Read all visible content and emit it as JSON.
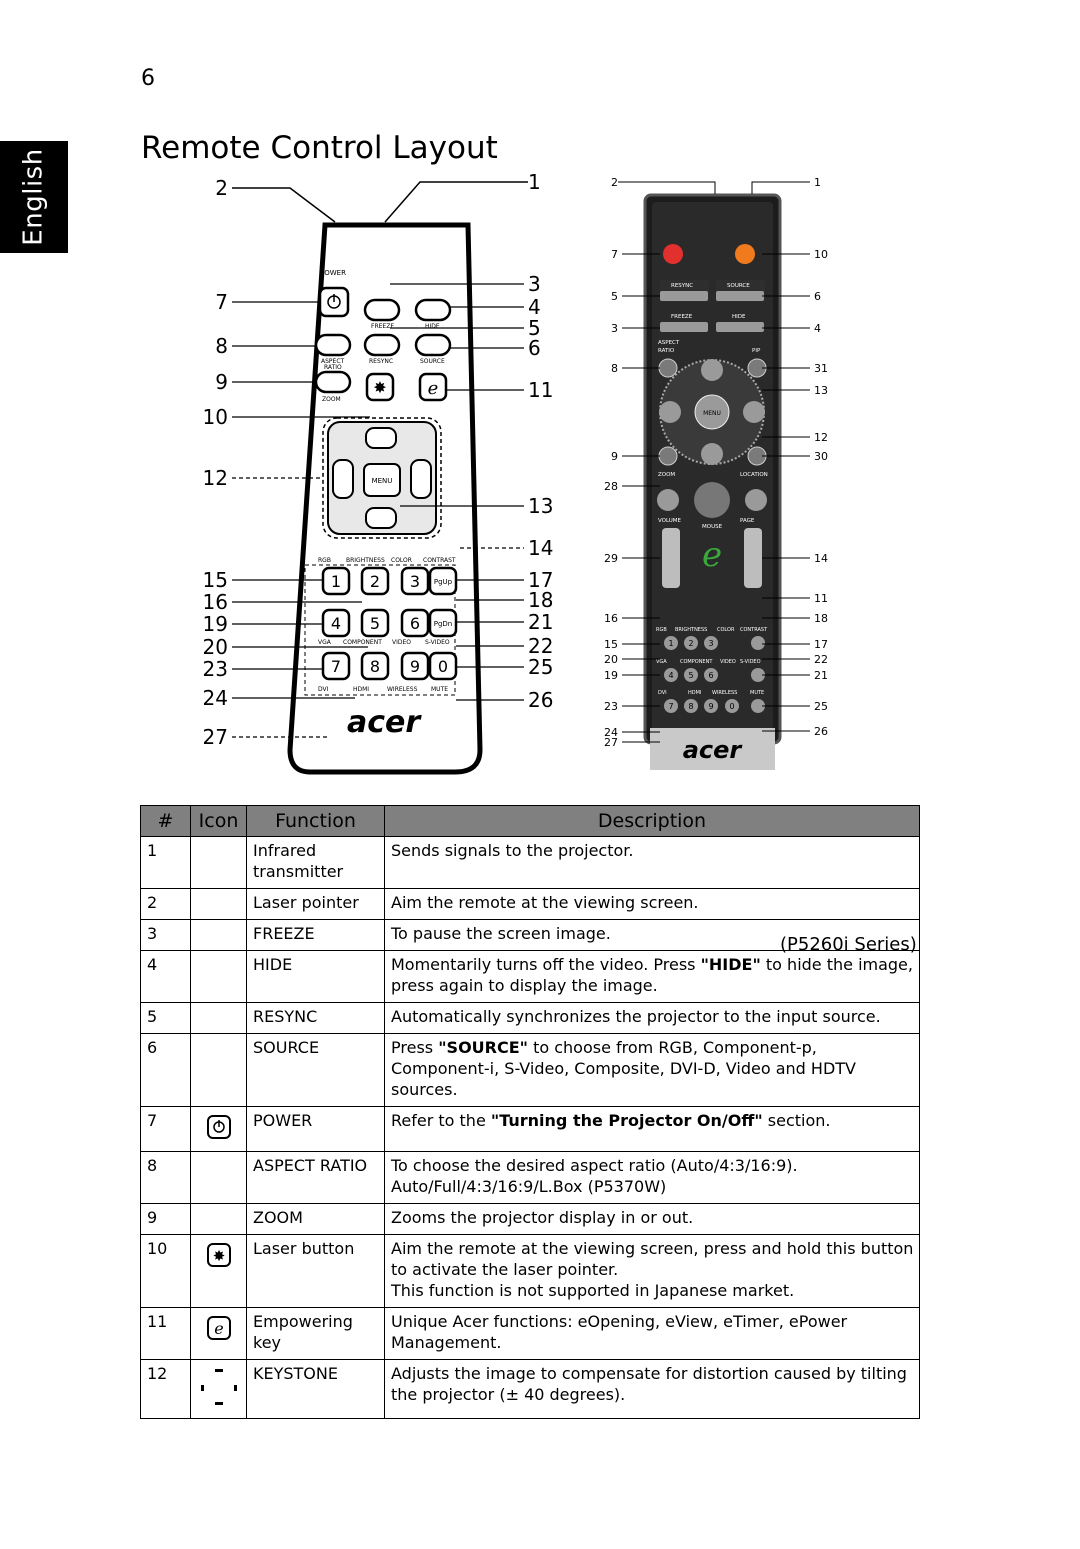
{
  "page": {
    "number": "6",
    "language_tab": "English",
    "title": "Remote Control Layout"
  },
  "figure_left": {
    "callouts_left": [
      "2",
      "7",
      "8",
      "9",
      "10",
      "12",
      "15",
      "16",
      "19",
      "20",
      "23",
      "24",
      "27"
    ],
    "callouts_right": [
      "1",
      "3",
      "4",
      "5",
      "6",
      "11",
      "13",
      "14",
      "17",
      "18",
      "21",
      "22",
      "25",
      "26"
    ],
    "remote_labels": {
      "power": "POWER",
      "freeze": "FREEZE",
      "hide": "HIDE",
      "aspect": "ASPECT",
      "ratio": "RATIO",
      "resync": "RESYNC",
      "source": "SOURCE",
      "zoom": "ZOOM",
      "menu": "MENU",
      "rgb": "RGB",
      "brightness": "BRIGHTNESS",
      "color": "COLOR",
      "contrast": "CONTRAST",
      "vga": "VGA",
      "component": "COMPONENT",
      "video": "VIDEO",
      "svideo": "S-VIDEO",
      "dvi": "DVI",
      "hdmi": "HDMI",
      "wireless": "WIRELESS",
      "mute": "MUTE",
      "pgup": "PgUp",
      "pgdn": "PgDn",
      "brand": "acer"
    },
    "keys": [
      "1",
      "2",
      "3",
      "4",
      "5",
      "6",
      "7",
      "8",
      "9",
      "0"
    ]
  },
  "figure_right": {
    "callouts_left": [
      "2",
      "7",
      "5",
      "3",
      "8",
      "9",
      "28",
      "29",
      "16",
      "15",
      "20",
      "19",
      "23",
      "24",
      "27"
    ],
    "callouts_right": [
      "1",
      "10",
      "6",
      "4",
      "31",
      "13",
      "12",
      "30",
      "14",
      "11",
      "18",
      "17",
      "22",
      "21",
      "25",
      "26"
    ],
    "remote_labels": {
      "resync": "RESYNC",
      "source": "SOURCE",
      "freeze": "FREEZE",
      "hide": "HIDE",
      "aspect": "ASPECT",
      "ratio": "RATIO",
      "pip": "PIP",
      "menu": "MENU",
      "zoom": "ZOOM",
      "location": "LOCATION",
      "volume": "VOLUME",
      "mouse": "MOUSE",
      "page": "PAGE",
      "rgb": "RGB",
      "brightness": "BRIGHTNESS",
      "color": "COLOR",
      "contrast": "CONTRAST",
      "vga": "VGA",
      "component": "COMPONENT",
      "video": "VIDEO",
      "svideo": "S-VIDEO",
      "dvi": "DVI",
      "hdmi": "HDMI",
      "wireless": "WIRELESS",
      "mute": "MUTE",
      "brand": "acer"
    },
    "caption": "(P5260i Series)"
  },
  "table": {
    "headers": {
      "num": "#",
      "icon": "Icon",
      "function": "Function",
      "description": "Description"
    },
    "rows": [
      {
        "num": "1",
        "icon": "",
        "function": "Infrared transmitter",
        "description": "Sends signals to the projector."
      },
      {
        "num": "2",
        "icon": "",
        "function": "Laser pointer",
        "description": "Aim the remote at the viewing screen."
      },
      {
        "num": "3",
        "icon": "",
        "function": "FREEZE",
        "description": "To pause the screen image."
      },
      {
        "num": "4",
        "icon": "",
        "function": "HIDE",
        "description_pre": "Momentarily turns off the video. Press ",
        "description_bold": "\"HIDE\"",
        "description_post": " to hide the image, press again to display the image."
      },
      {
        "num": "5",
        "icon": "",
        "function": "RESYNC",
        "description": "Automatically synchronizes the projector to the input source."
      },
      {
        "num": "6",
        "icon": "",
        "function": "SOURCE",
        "description_pre": "Press ",
        "description_bold": "\"SOURCE\"",
        "description_post": " to choose from RGB, Component-p, Component-i, S-Video, Composite, DVI-D, Video and HDTV sources."
      },
      {
        "num": "7",
        "icon": "power-icon",
        "function": "POWER",
        "description_pre": "Refer to the ",
        "description_bold": "\"Turning the Projector On/Off\"",
        "description_post": " section."
      },
      {
        "num": "8",
        "icon": "",
        "function": "ASPECT RATIO",
        "description": "To choose the desired aspect ratio (Auto/4:3/16:9).",
        "description_line2": "Auto/Full/4:3/16:9/L.Box (P5370W)"
      },
      {
        "num": "9",
        "icon": "",
        "function": "ZOOM",
        "description": "Zooms the projector display in or out."
      },
      {
        "num": "10",
        "icon": "laser-icon",
        "function": "Laser button",
        "description": "Aim the remote at the viewing screen, press and hold this button to activate the laser pointer.",
        "description_line2": "This function is not supported in Japanese market."
      },
      {
        "num": "11",
        "icon": "empowering-key-icon",
        "function": "Empowering key",
        "description": "Unique Acer functions: eOpening, eView, eTimer, ePower Management."
      },
      {
        "num": "12",
        "icon": "keystone-icon",
        "function": "KEYSTONE",
        "description": "Adjusts the image to compensate for distortion caused by tilting the projector (± 40 degrees)."
      }
    ]
  }
}
